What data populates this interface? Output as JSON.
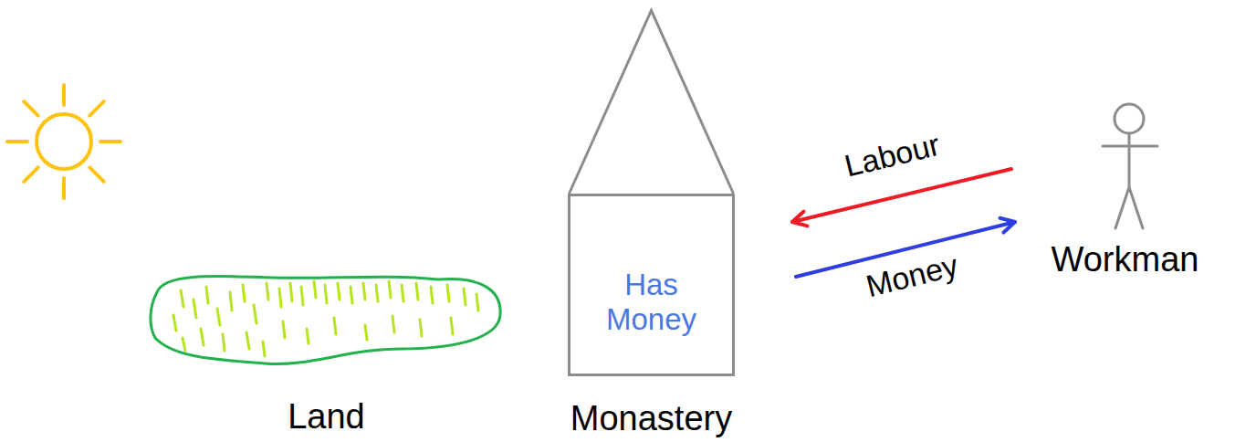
{
  "diagram": {
    "nodes": [
      {
        "text": [
          "Land"
        ]
      },
      {
        "text": [
          "Has Money",
          "Monastery"
        ]
      },
      {
        "text": [
          "Workman"
        ]
      }
    ],
    "edges": [
      {
        "from": 2,
        "to": 1,
        "label": "Labour",
        "arrow": "to"
      },
      {
        "from": 1,
        "to": 2,
        "label": "Money",
        "arrow": "to"
      }
    ]
  }
}
